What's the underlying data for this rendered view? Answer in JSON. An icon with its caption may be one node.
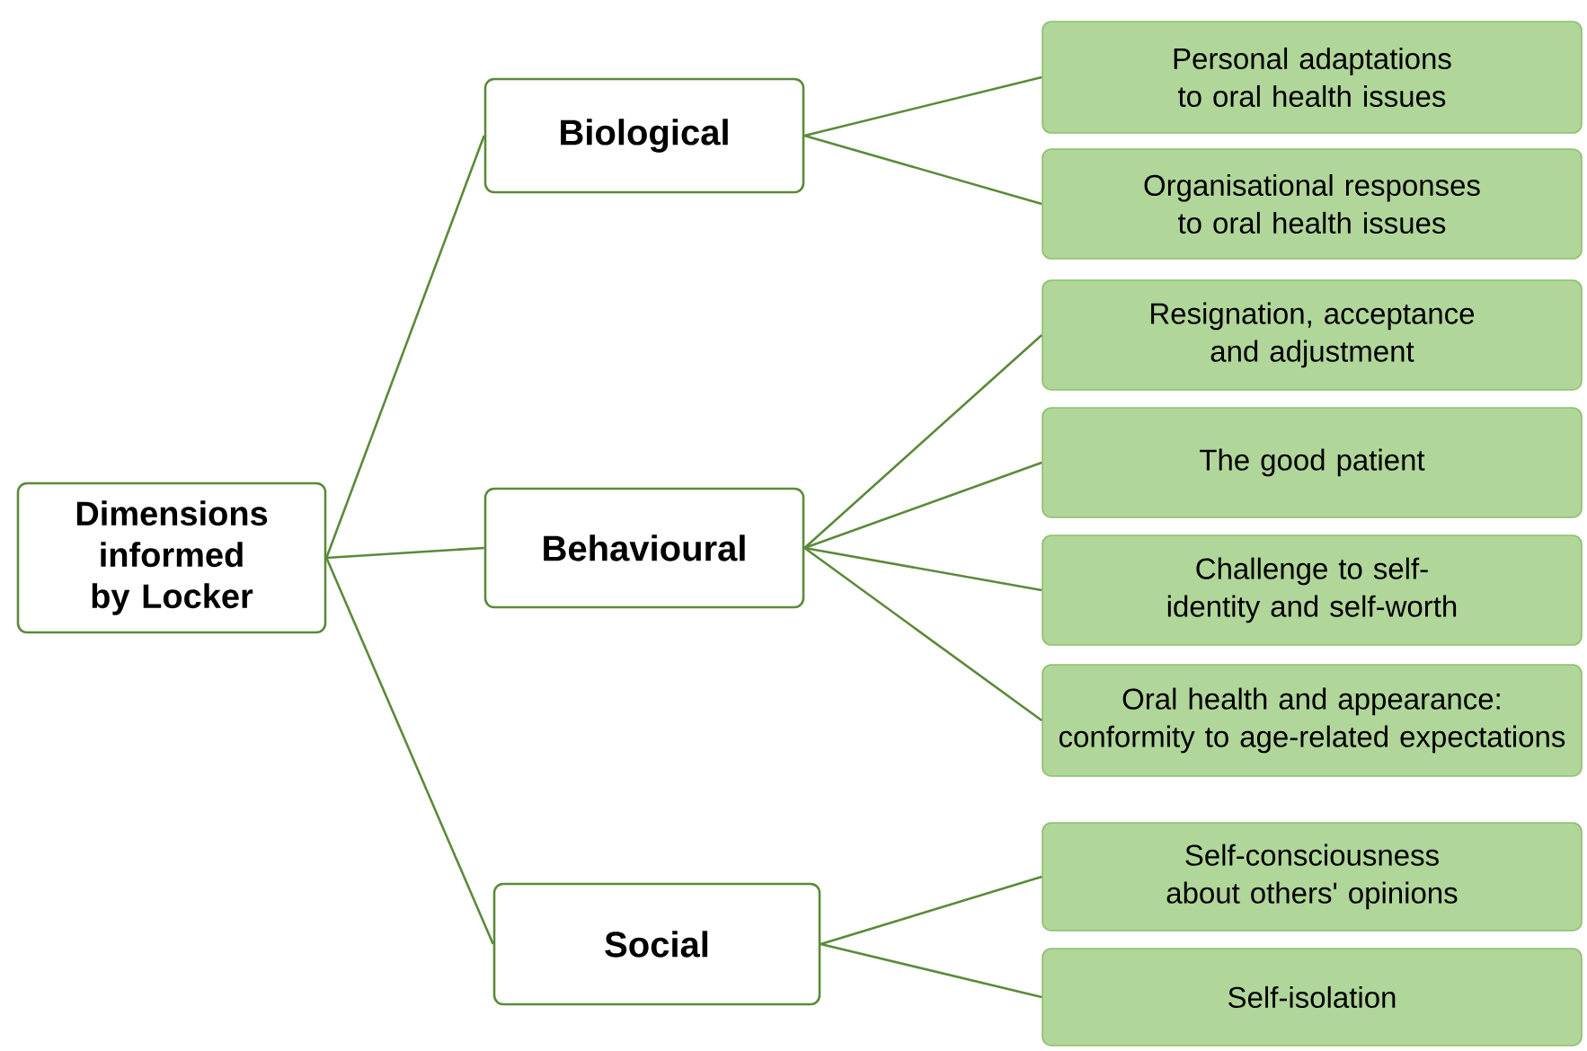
{
  "diagram": {
    "nodes": [
      {
        "text": [
          "Dimensions informed by Locker"
        ]
      },
      {
        "text": [
          "Biological"
        ]
      },
      {
        "text": [
          "Behavioural"
        ]
      },
      {
        "text": [
          "Social"
        ]
      },
      {
        "text": [
          "Personal adaptations to oral health issues"
        ]
      },
      {
        "text": [
          "Organisational responses to oral health issues"
        ]
      },
      {
        "text": [
          "Resignation, acceptance and adjustment"
        ]
      },
      {
        "text": [
          "The good patient"
        ]
      },
      {
        "text": [
          "Challenge to self-identity and self-worth"
        ]
      },
      {
        "text": [
          "Oral health and appearance: conformity to age-related expectations"
        ]
      },
      {
        "text": [
          "Self-consciousness about others' opinions"
        ]
      },
      {
        "text": [
          "Self-isolation"
        ]
      }
    ],
    "edges": [
      {
        "from": 0,
        "to": 1,
        "arrow": "none"
      },
      {
        "from": 0,
        "to": 2,
        "arrow": "none"
      },
      {
        "from": 0,
        "to": 3,
        "arrow": "none"
      },
      {
        "from": 1,
        "to": 4,
        "arrow": "none"
      },
      {
        "from": 1,
        "to": 5,
        "arrow": "none"
      },
      {
        "from": 2,
        "to": 6,
        "arrow": "none"
      },
      {
        "from": 2,
        "to": 7,
        "arrow": "none"
      },
      {
        "from": 2,
        "to": 8,
        "arrow": "none"
      },
      {
        "from": 2,
        "to": 9,
        "arrow": "none"
      },
      {
        "from": 3,
        "to": 10,
        "arrow": "none"
      },
      {
        "from": 3,
        "to": 11,
        "arrow": "none"
      }
    ]
  }
}
